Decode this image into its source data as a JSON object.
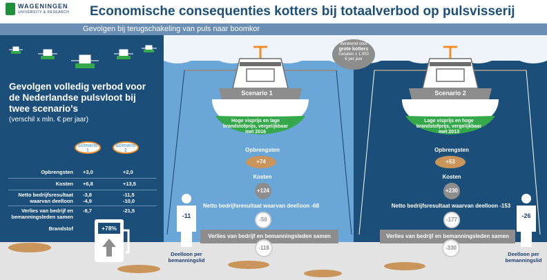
{
  "header": {
    "logo_name": "WAGENINGEN",
    "logo_sub": "UNIVERSITY & RESEARCH",
    "title": "Economische consequenties kotters bij totaalverbod op pulsvisserij",
    "subtitle": "Gevolgen bij terugschakeling van puls naar boomkor"
  },
  "left": {
    "title": "Gevolgen volledig verbod voor de Nederlandse pulsvloot bij twee scenario's",
    "note": "(verschil x mln. € per jaar)",
    "scenario1_tag": "Scenario 1",
    "scenario2_tag": "Scenario 2",
    "rows": [
      {
        "label": "Opbrengsten",
        "s1": "+3,0",
        "s2": "+2,0"
      },
      {
        "label": "Kosten",
        "s1": "+6,8",
        "s2": "+13,5"
      },
      {
        "label": "Netto bedrijfsresultaat waarvan deelloon",
        "s1": "-3,8\n-4,9",
        "s2": "-11,5\n-10,0"
      },
      {
        "label": "Verlies van bedrijf en bemanningsleden samen",
        "s1": "-8,7",
        "s2": "-21,5"
      }
    ],
    "brandstof_label": "Brandstof",
    "brandstof_value": "+78%"
  },
  "note_circle": {
    "line1": "Berekend voor",
    "line2": "grote kotters",
    "line3": "Getallen x 1.000 € per jaar"
  },
  "scenario1": {
    "boat_label": "Scenario 1",
    "description": "Hoge visprijs en lage brandstofprijs, vergelijkbaar met 2016",
    "opbrengsten_label": "Opbrengsten",
    "opbrengsten_value": "+74",
    "kosten_label": "Kosten",
    "kosten_value": "+124",
    "netto_label": "Netto bedrijfsresultaat waarvan deelloon -68",
    "netto_value": "-50",
    "verlies_label": "Verlies van bedrijf en bemanningsleden samen",
    "verlies_value": "-118",
    "deelloon_value": "-11",
    "deelloon_label": "Deelloon per bemanningslid"
  },
  "scenario2": {
    "boat_label": "Scenario 2",
    "description": "Lage visprijs en hoge brandstofprijs, vergelijkbaar met 2013",
    "opbrengsten_label": "Opbrengsten",
    "opbrengsten_value": "+53",
    "kosten_label": "Kosten",
    "kosten_value": "+230",
    "netto_label": "Netto bedrijfsresultaat waarvan deelloon -153",
    "netto_value": "-177",
    "verlies_label": "Verlies van bedrijf en bemanningsleden samen",
    "verlies_value": "-330",
    "deelloon_value": "-26",
    "deelloon_label": "Deelloon per bemanningslid"
  },
  "colors": {
    "navy": "#1b4f7a",
    "light_blue": "#6aa7d8",
    "green": "#34a84a",
    "orange": "#f28c28",
    "grey": "#8d8d8d"
  }
}
